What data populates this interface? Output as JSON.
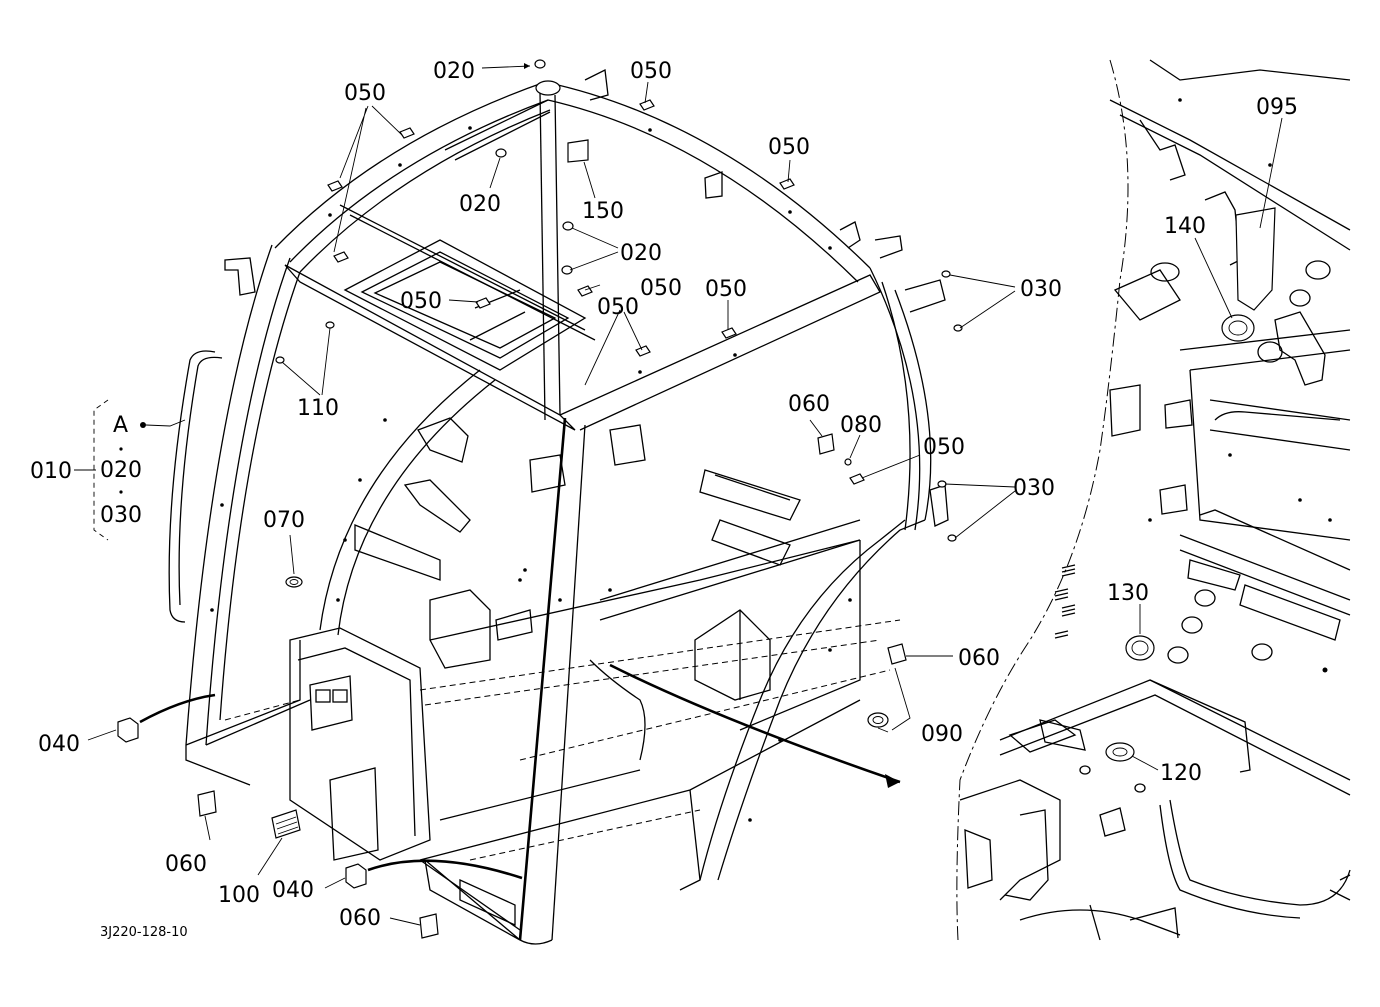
{
  "drawing_code": "3J220-128-10",
  "group": {
    "bracket_label": "010",
    "members": [
      "A",
      "020",
      "030"
    ]
  },
  "callouts": {
    "c020_top": "020",
    "c020_mid": "020",
    "c020_right": "020",
    "c050_a": "050",
    "c050_b": "050",
    "c050_c": "050",
    "c050_d": "050",
    "c050_e": "050",
    "c050_f": "050",
    "c050_g": "050",
    "c050_h": "050",
    "c150": "150",
    "c030_a": "030",
    "c030_b": "030",
    "c110": "110",
    "c060_a": "060",
    "c060_b": "060",
    "c060_c": "060",
    "c060_d": "060",
    "c080": "080",
    "c070": "070",
    "c040_a": "040",
    "c040_b": "040",
    "c090": "090",
    "c100": "100",
    "c095": "095",
    "c140": "140",
    "c130": "130",
    "c120": "120"
  }
}
